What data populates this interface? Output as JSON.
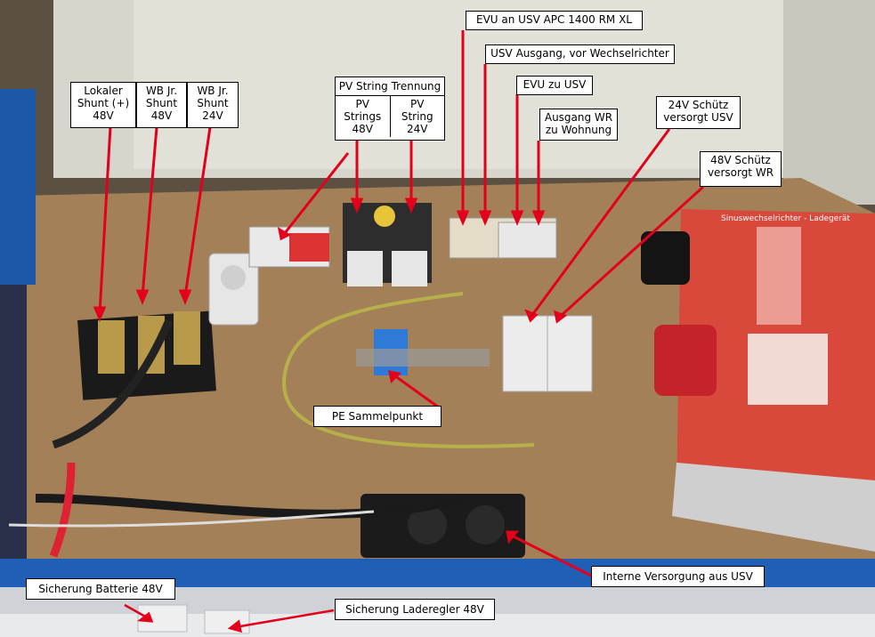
{
  "labels": {
    "shunt_local": [
      "Lokaler",
      "Shunt (+)",
      "48V"
    ],
    "shunt_wb48": [
      "WB Jr.",
      "Shunt",
      "48V"
    ],
    "shunt_wb24": [
      "WB Jr.",
      "Shunt",
      "24V"
    ],
    "pv_title": "PV String Trennung",
    "pv_48": [
      "PV",
      "Strings",
      "48V"
    ],
    "pv_24": [
      "PV",
      "String",
      "24V"
    ],
    "evu_usv": "EVU an USV APC 1400 RM XL",
    "usv_out": "USV Ausgang, vor Wechselrichter",
    "evu_zu_usv": "EVU zu USV",
    "ausgang_wr": [
      "Ausgang WR",
      "zu Wohnung"
    ],
    "schuetz_24": [
      "24V Schütz",
      "versorgt USV"
    ],
    "schuetz_48": [
      "48V Schütz",
      "versorgt WR"
    ],
    "pe": "PE Sammelpunkt",
    "interne": "Interne Versorgung aus USV",
    "sich_batt": "Sicherung Batterie 48V",
    "sich_lade": "Sicherung Laderegler 48V"
  },
  "device": {
    "title": "Sinuswechselrichter - Ladegerät"
  },
  "colors": {
    "annotation_line": "#e3001b",
    "board": "#a07a55",
    "rail_blue": "#1f5fb5",
    "inverter_red": "#d8493b"
  }
}
